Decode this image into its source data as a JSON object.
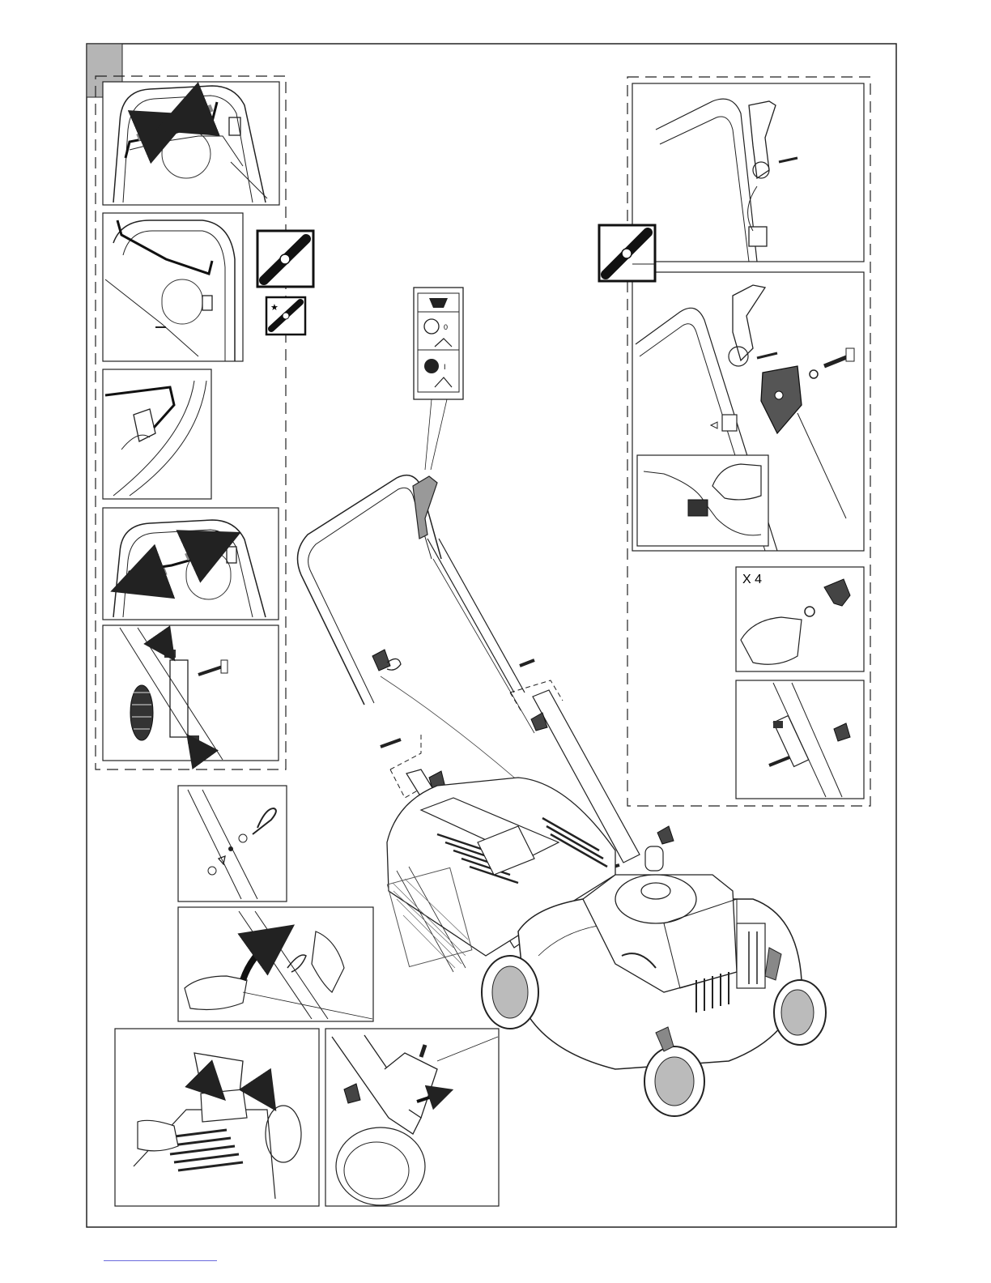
{
  "page": {
    "sheet_index_tab": "",
    "background": "#ffffff",
    "line_color": "#1a1a1a",
    "tab_color": "#b5b5b5"
  },
  "panels": {
    "quantity_label": "X 4"
  },
  "throttle_label": {
    "stop_symbol": "0",
    "run_symbol": "I"
  },
  "icons": [
    "blade-icon",
    "blade-star-icon",
    "engine-throttle-label-icon",
    "handle-clip-icon",
    "bolt-icon",
    "knob-icon",
    "hand-icon",
    "arrow-icon"
  ]
}
